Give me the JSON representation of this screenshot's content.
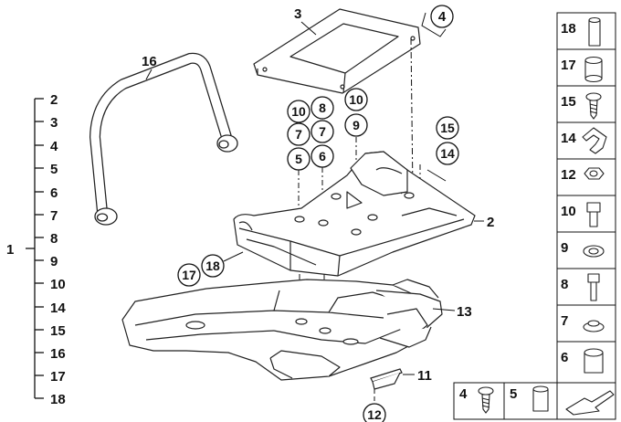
{
  "index_list": {
    "group_label": "1",
    "items": [
      "2",
      "3",
      "4",
      "5",
      "6",
      "7",
      "8",
      "9",
      "10",
      "14",
      "15",
      "16",
      "17",
      "18"
    ]
  },
  "callouts": {
    "c3": "3",
    "c4": "4",
    "c16": "16",
    "c10a": "10",
    "c8": "8",
    "c7a": "7",
    "c7b": "7",
    "c5": "5",
    "c6": "6",
    "c10b": "10",
    "c9": "9",
    "c15": "15",
    "c14": "14",
    "c2": "2",
    "c17": "17",
    "c18": "18",
    "c13": "13",
    "c11": "11",
    "c12": "12"
  },
  "parts_table": {
    "right_column": [
      "18",
      "17",
      "15",
      "14",
      "12",
      "10",
      "9",
      "8",
      "7",
      "6"
    ],
    "bottom_row": [
      "4",
      "5"
    ]
  }
}
